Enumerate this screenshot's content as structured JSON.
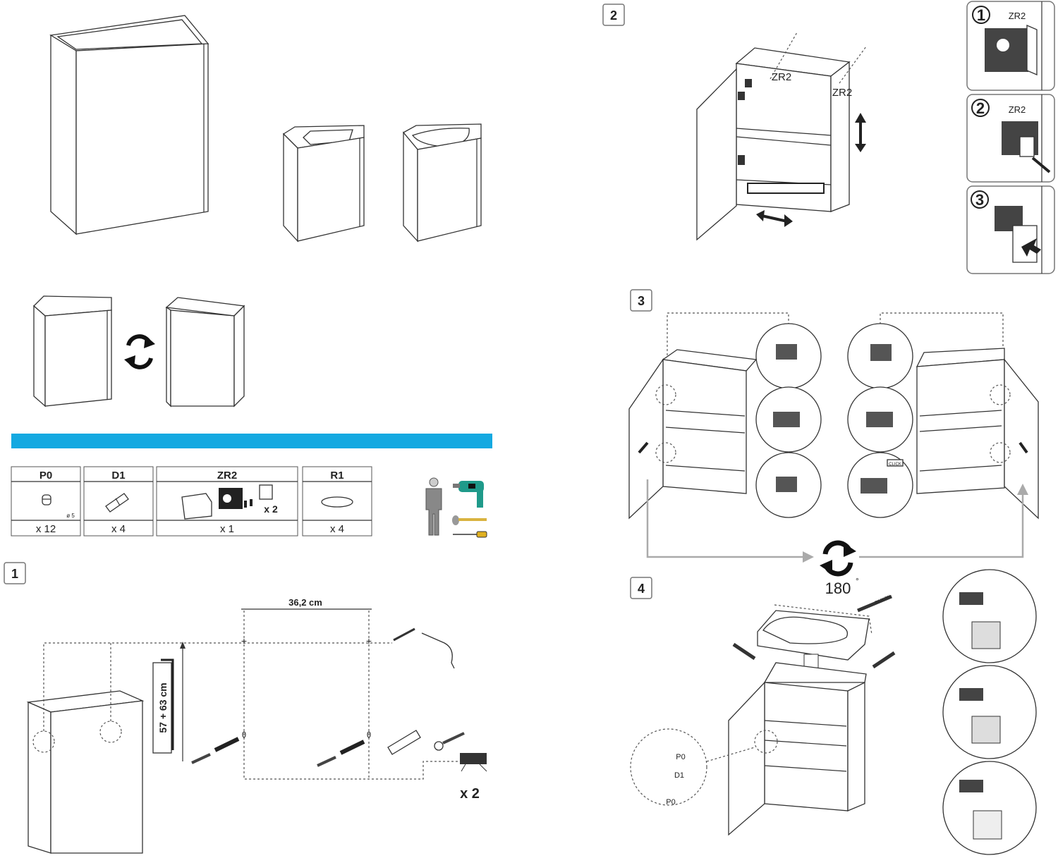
{
  "accent_color": "#14a9e1",
  "parts_table": [
    {
      "code": "P0",
      "qty": "x 12",
      "note": "ø 5"
    },
    {
      "code": "D1",
      "qty": "x 4"
    },
    {
      "code": "ZR2",
      "qty": "x 1",
      "note": "x 2"
    },
    {
      "code": "R1",
      "qty": "x 4"
    }
  ],
  "steps": {
    "step1": {
      "number": "1",
      "width_dim": "36,2 cm",
      "height_dim": "57 + 63 cm",
      "screws_qty": "x 2"
    },
    "step2": {
      "number": "2",
      "label_a": "ZR2",
      "label_b": "ZR2",
      "substeps": [
        {
          "number": "1",
          "label": "ZR2"
        },
        {
          "number": "2",
          "label": "ZR2"
        },
        {
          "number": "3"
        }
      ]
    },
    "step3": {
      "number": "3",
      "click_label": "CLICK",
      "rotation": "180",
      "degree": "°"
    },
    "step4": {
      "number": "4",
      "labels": [
        "P0",
        "D1",
        "P0"
      ],
      "silicone_label": "SILIKON"
    }
  },
  "icons": [
    "person-icon",
    "drill-icon",
    "hammer-icon",
    "screwdriver-icon",
    "rotate-icon"
  ]
}
